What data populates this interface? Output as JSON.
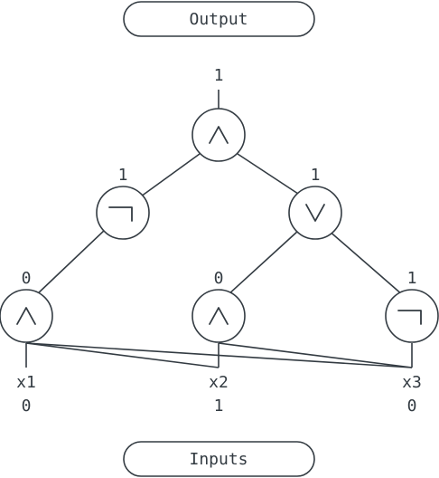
{
  "title_pill": {
    "label": "Output"
  },
  "footer_pill": {
    "label": "Inputs"
  },
  "gates": {
    "root": {
      "value": "1",
      "symbol": "and"
    },
    "left_not": {
      "value": "1",
      "symbol": "not"
    },
    "right_or": {
      "value": "1",
      "symbol": "or"
    },
    "bottom_and_left": {
      "value": "0",
      "symbol": "and"
    },
    "bottom_and_mid": {
      "value": "0",
      "symbol": "and"
    },
    "bottom_not_right": {
      "value": "1",
      "symbol": "not"
    }
  },
  "inputs": [
    {
      "name": "x1",
      "value": "0"
    },
    {
      "name": "x2",
      "value": "1"
    },
    {
      "name": "x3",
      "value": "0"
    }
  ],
  "colors": {
    "stroke": "#333b42",
    "background": "#ffffff"
  }
}
